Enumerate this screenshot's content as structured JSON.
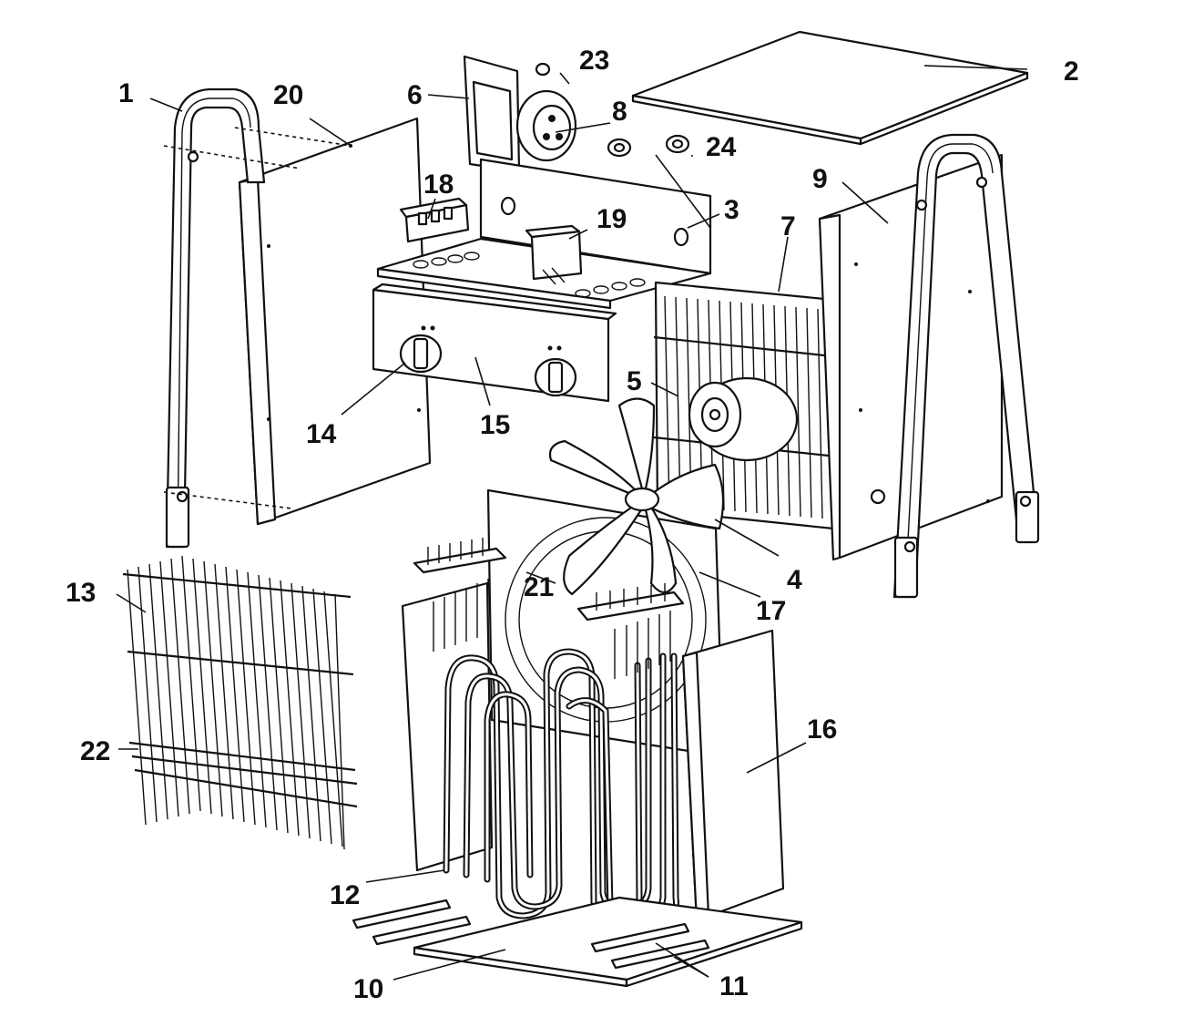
{
  "diagram": {
    "labels": [
      "1",
      "2",
      "3",
      "4",
      "5",
      "6",
      "7",
      "8",
      "9",
      "10",
      "11",
      "12",
      "13",
      "14",
      "15",
      "16",
      "17",
      "18",
      "19",
      "20",
      "21",
      "22",
      "23",
      "24"
    ]
  },
  "colors": {
    "line": "#111111",
    "background": "#ffffff"
  }
}
